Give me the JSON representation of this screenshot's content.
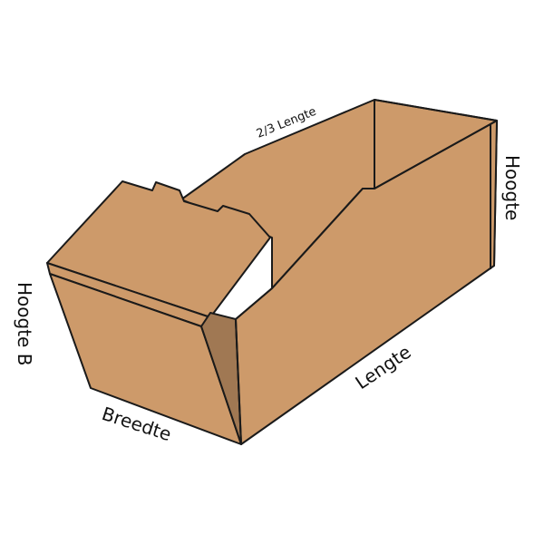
{
  "labels": {
    "two_thirds_length": "2/3 Lengte",
    "height": "Hoogte",
    "height_b": "Hoogte B",
    "width": "Breedte",
    "length": "Lengte"
  },
  "colors": {
    "cardboard": "#CD9A6A",
    "cardboard_shadow": "#A07853",
    "outline": "#1A1A1A",
    "background": "#FFFFFF"
  }
}
